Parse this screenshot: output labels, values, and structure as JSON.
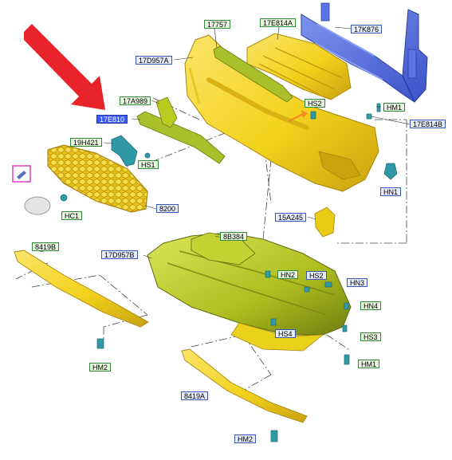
{
  "colors": {
    "bumper": "#f3d21c",
    "bumper_shade": "#c9a20e",
    "lower": "#bccb22",
    "lower_shade": "#7c8c12",
    "reinforcement": "#4a67e0",
    "strip": "#a9c02a",
    "arrow": "#e8242a",
    "connector_teal": "#2f9aa6",
    "label_green_border": "#2e8b3a",
    "label_blue_border": "#3a55b4",
    "highlight": "#3b5bff",
    "icon_box": "#e03fbf"
  },
  "labels": {
    "p17757": "17757",
    "p17E814A": "17E814A",
    "p17K876": "17K876",
    "p17D957A": "17D957A",
    "p17A989": "17A989",
    "pHS2_top": "HS2",
    "pHM1_top": "HM1",
    "p17E810": "17E810",
    "p17E814B": "17E814B",
    "p19H421": "19H421",
    "pHS1": "HS1",
    "pHN1": "HN1",
    "pHC1": "HC1",
    "p8200": "8200",
    "p15A245": "15A245",
    "p8419B": "8419B",
    "p8B384": "8B384",
    "p17D957B": "17D957B",
    "pHN2": "HN2",
    "pHS2_low": "HS2",
    "pHN3": "HN3",
    "pHN4": "HN4",
    "pHS4": "HS4",
    "pHS3": "HS3",
    "pHM2_left": "HM2",
    "pHM1_low": "HM1",
    "p8419A": "8419A",
    "pHM2_bottom": "HM2"
  }
}
